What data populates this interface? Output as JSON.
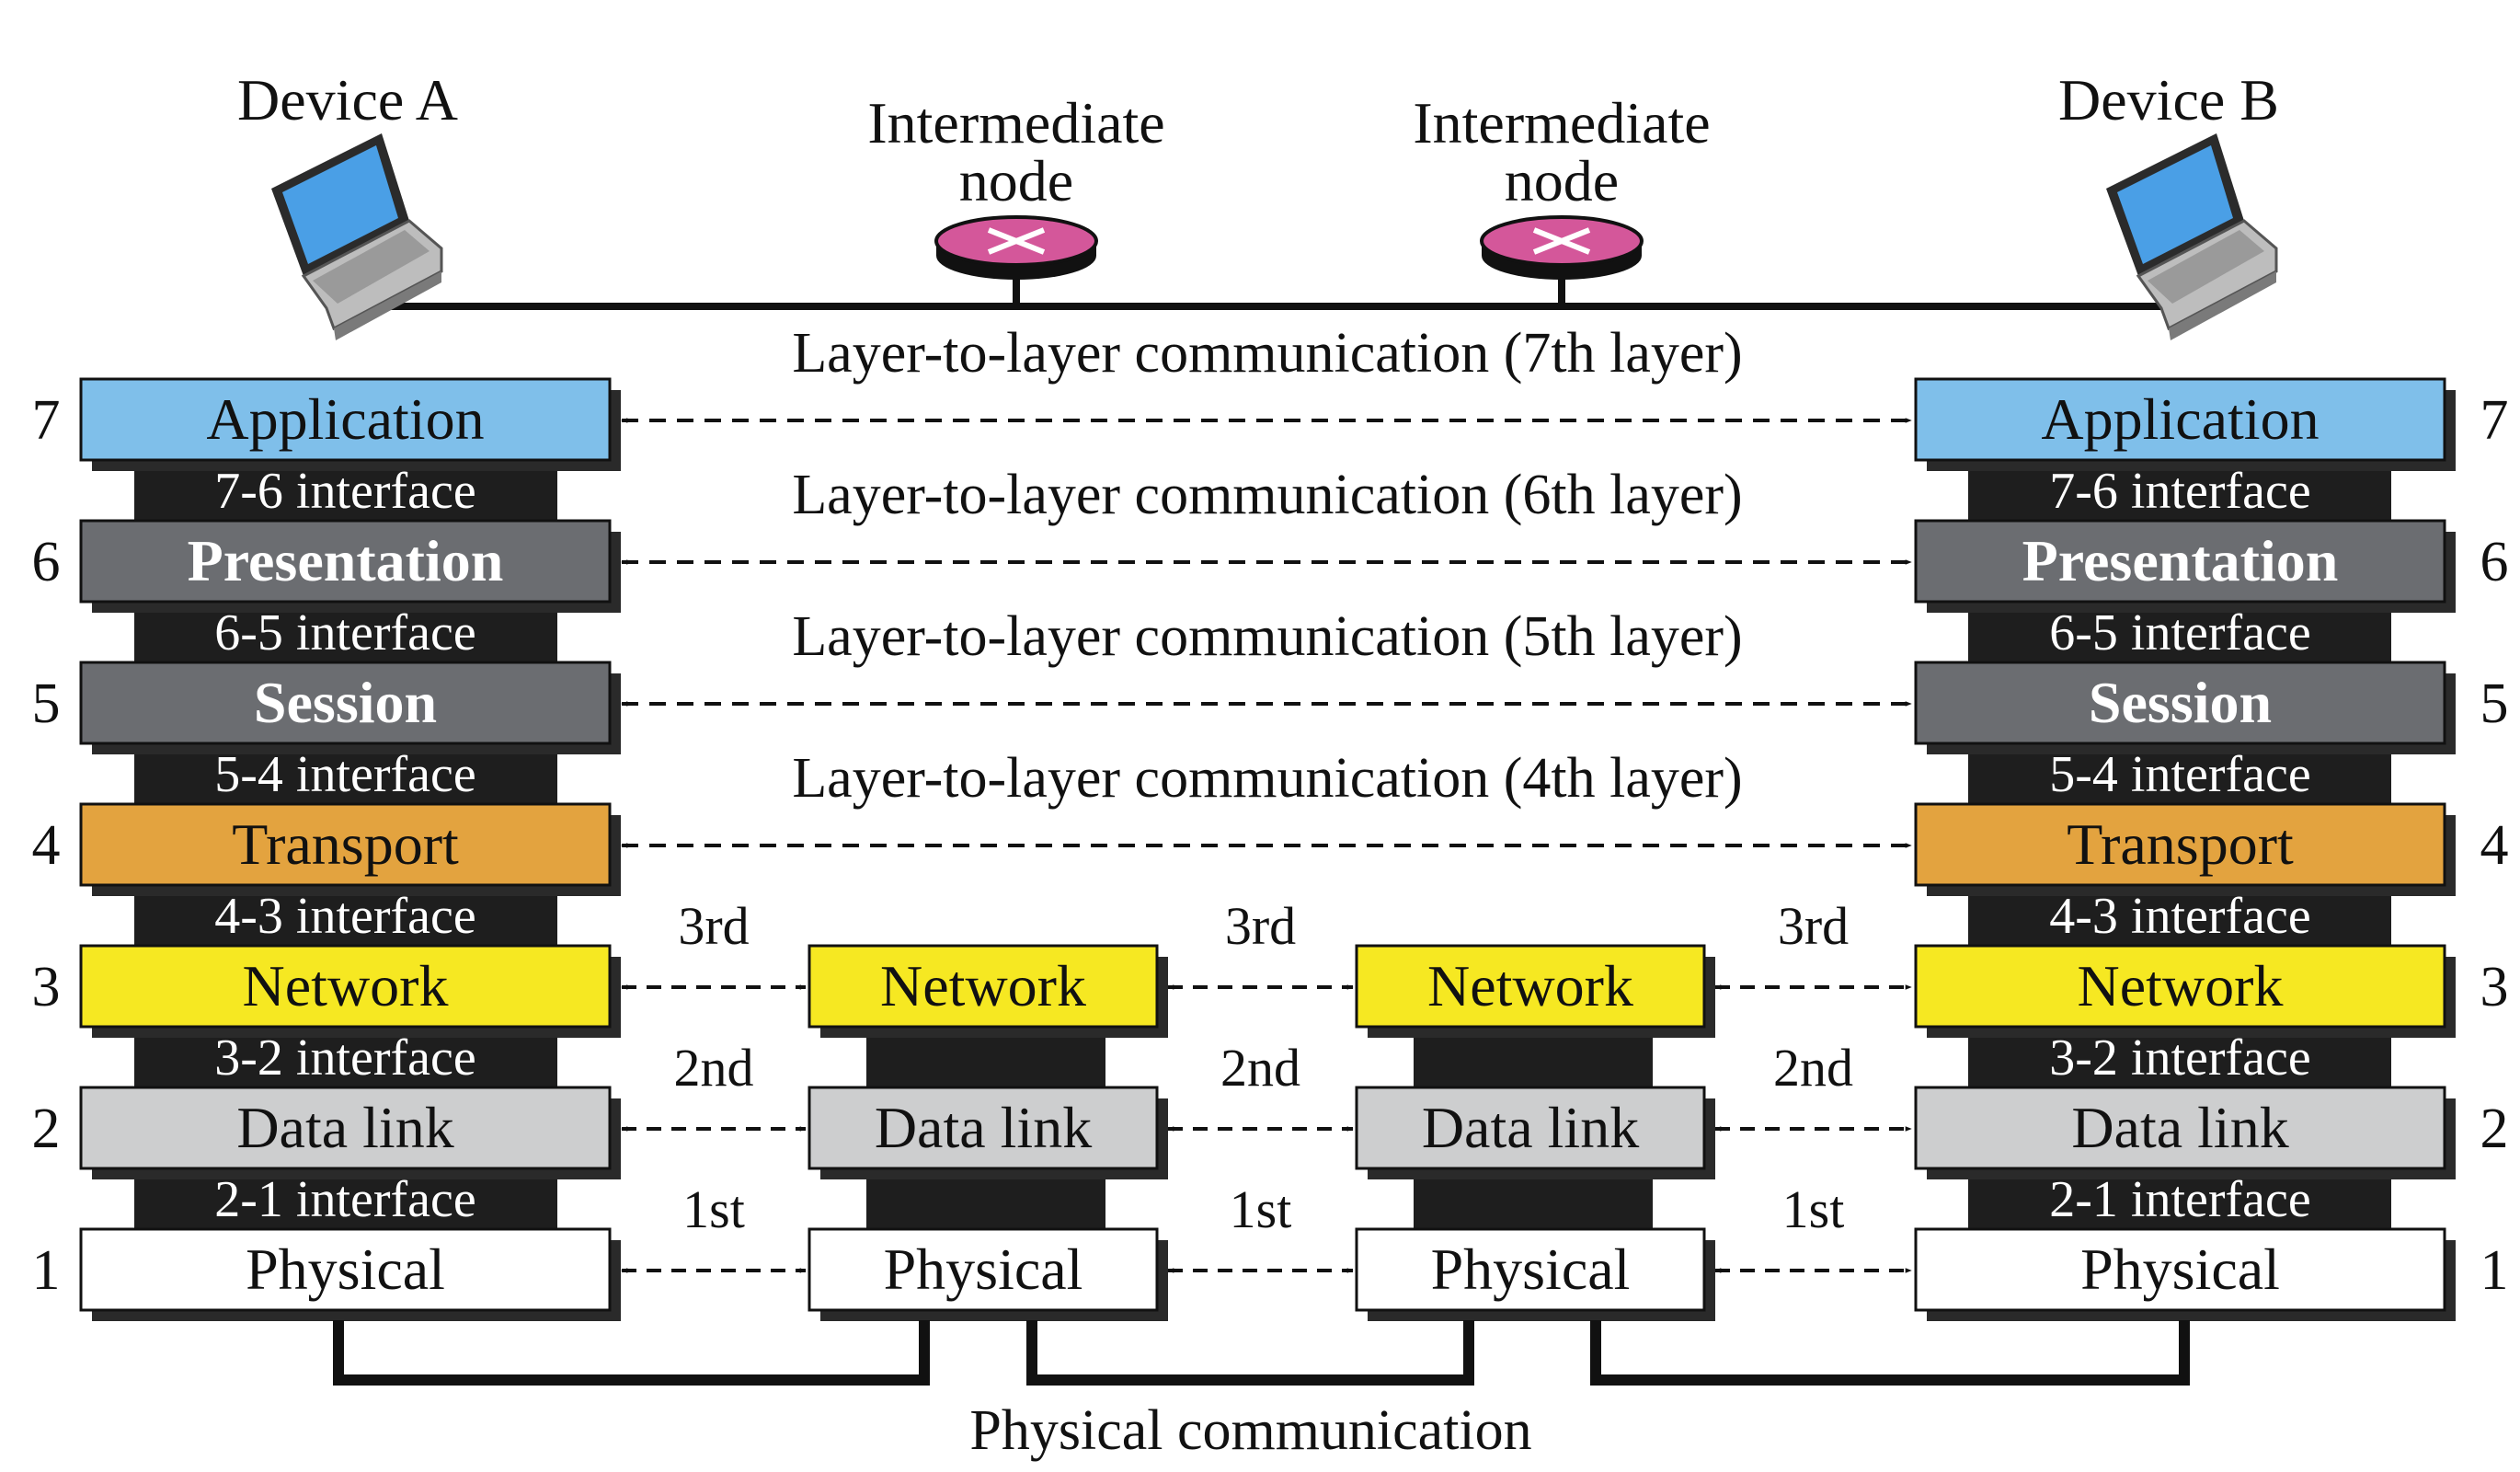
{
  "devices": {
    "device_a": "Device A",
    "device_b": "Device B",
    "intermediate_1": [
      "Intermediate",
      "node"
    ],
    "intermediate_2": [
      "Intermediate",
      "node"
    ]
  },
  "layers": [
    {
      "num": "7",
      "name": "Application",
      "color": "#7fbfea",
      "text_color": "#111111",
      "bold": false
    },
    {
      "num": "6",
      "name": "Presentation",
      "color": "#6b6d71",
      "text_color": "#ffffff",
      "bold": true
    },
    {
      "num": "5",
      "name": "Session",
      "color": "#6b6d71",
      "text_color": "#ffffff",
      "bold": true
    },
    {
      "num": "4",
      "name": "Transport",
      "color": "#e3a33f",
      "text_color": "#111111",
      "bold": false
    },
    {
      "num": "3",
      "name": "Network",
      "color": "#f6e822",
      "text_color": "#111111",
      "bold": false
    },
    {
      "num": "2",
      "name": "Data link",
      "color": "#cdcecf",
      "text_color": "#111111",
      "bold": false
    },
    {
      "num": "1",
      "name": "Physical",
      "color": "#ffffff",
      "text_color": "#111111",
      "bold": false
    }
  ],
  "interfaces": [
    "7-6 interface",
    "6-5 interface",
    "5-4 interface",
    "4-3 interface",
    "3-2 interface",
    "2-1 interface"
  ],
  "layer_comm": [
    "Layer-to-layer communication (7th layer)",
    "Layer-to-layer communication (6th layer)",
    "Layer-to-layer communication (5th layer)",
    "Layer-to-layer communication (4th layer)"
  ],
  "hop_labels": {
    "network": "3rd",
    "datalink": "2nd",
    "physical": "1st"
  },
  "physical_communication": "Physical communication",
  "colors": {
    "router_top": "#d4579a",
    "router_side": "#111111",
    "laptop_screen": "#4a9fe6",
    "laptop_body": "#c9c9c9",
    "stack_spine": "#1e1e1e",
    "shadow": "#2a2a2a"
  }
}
